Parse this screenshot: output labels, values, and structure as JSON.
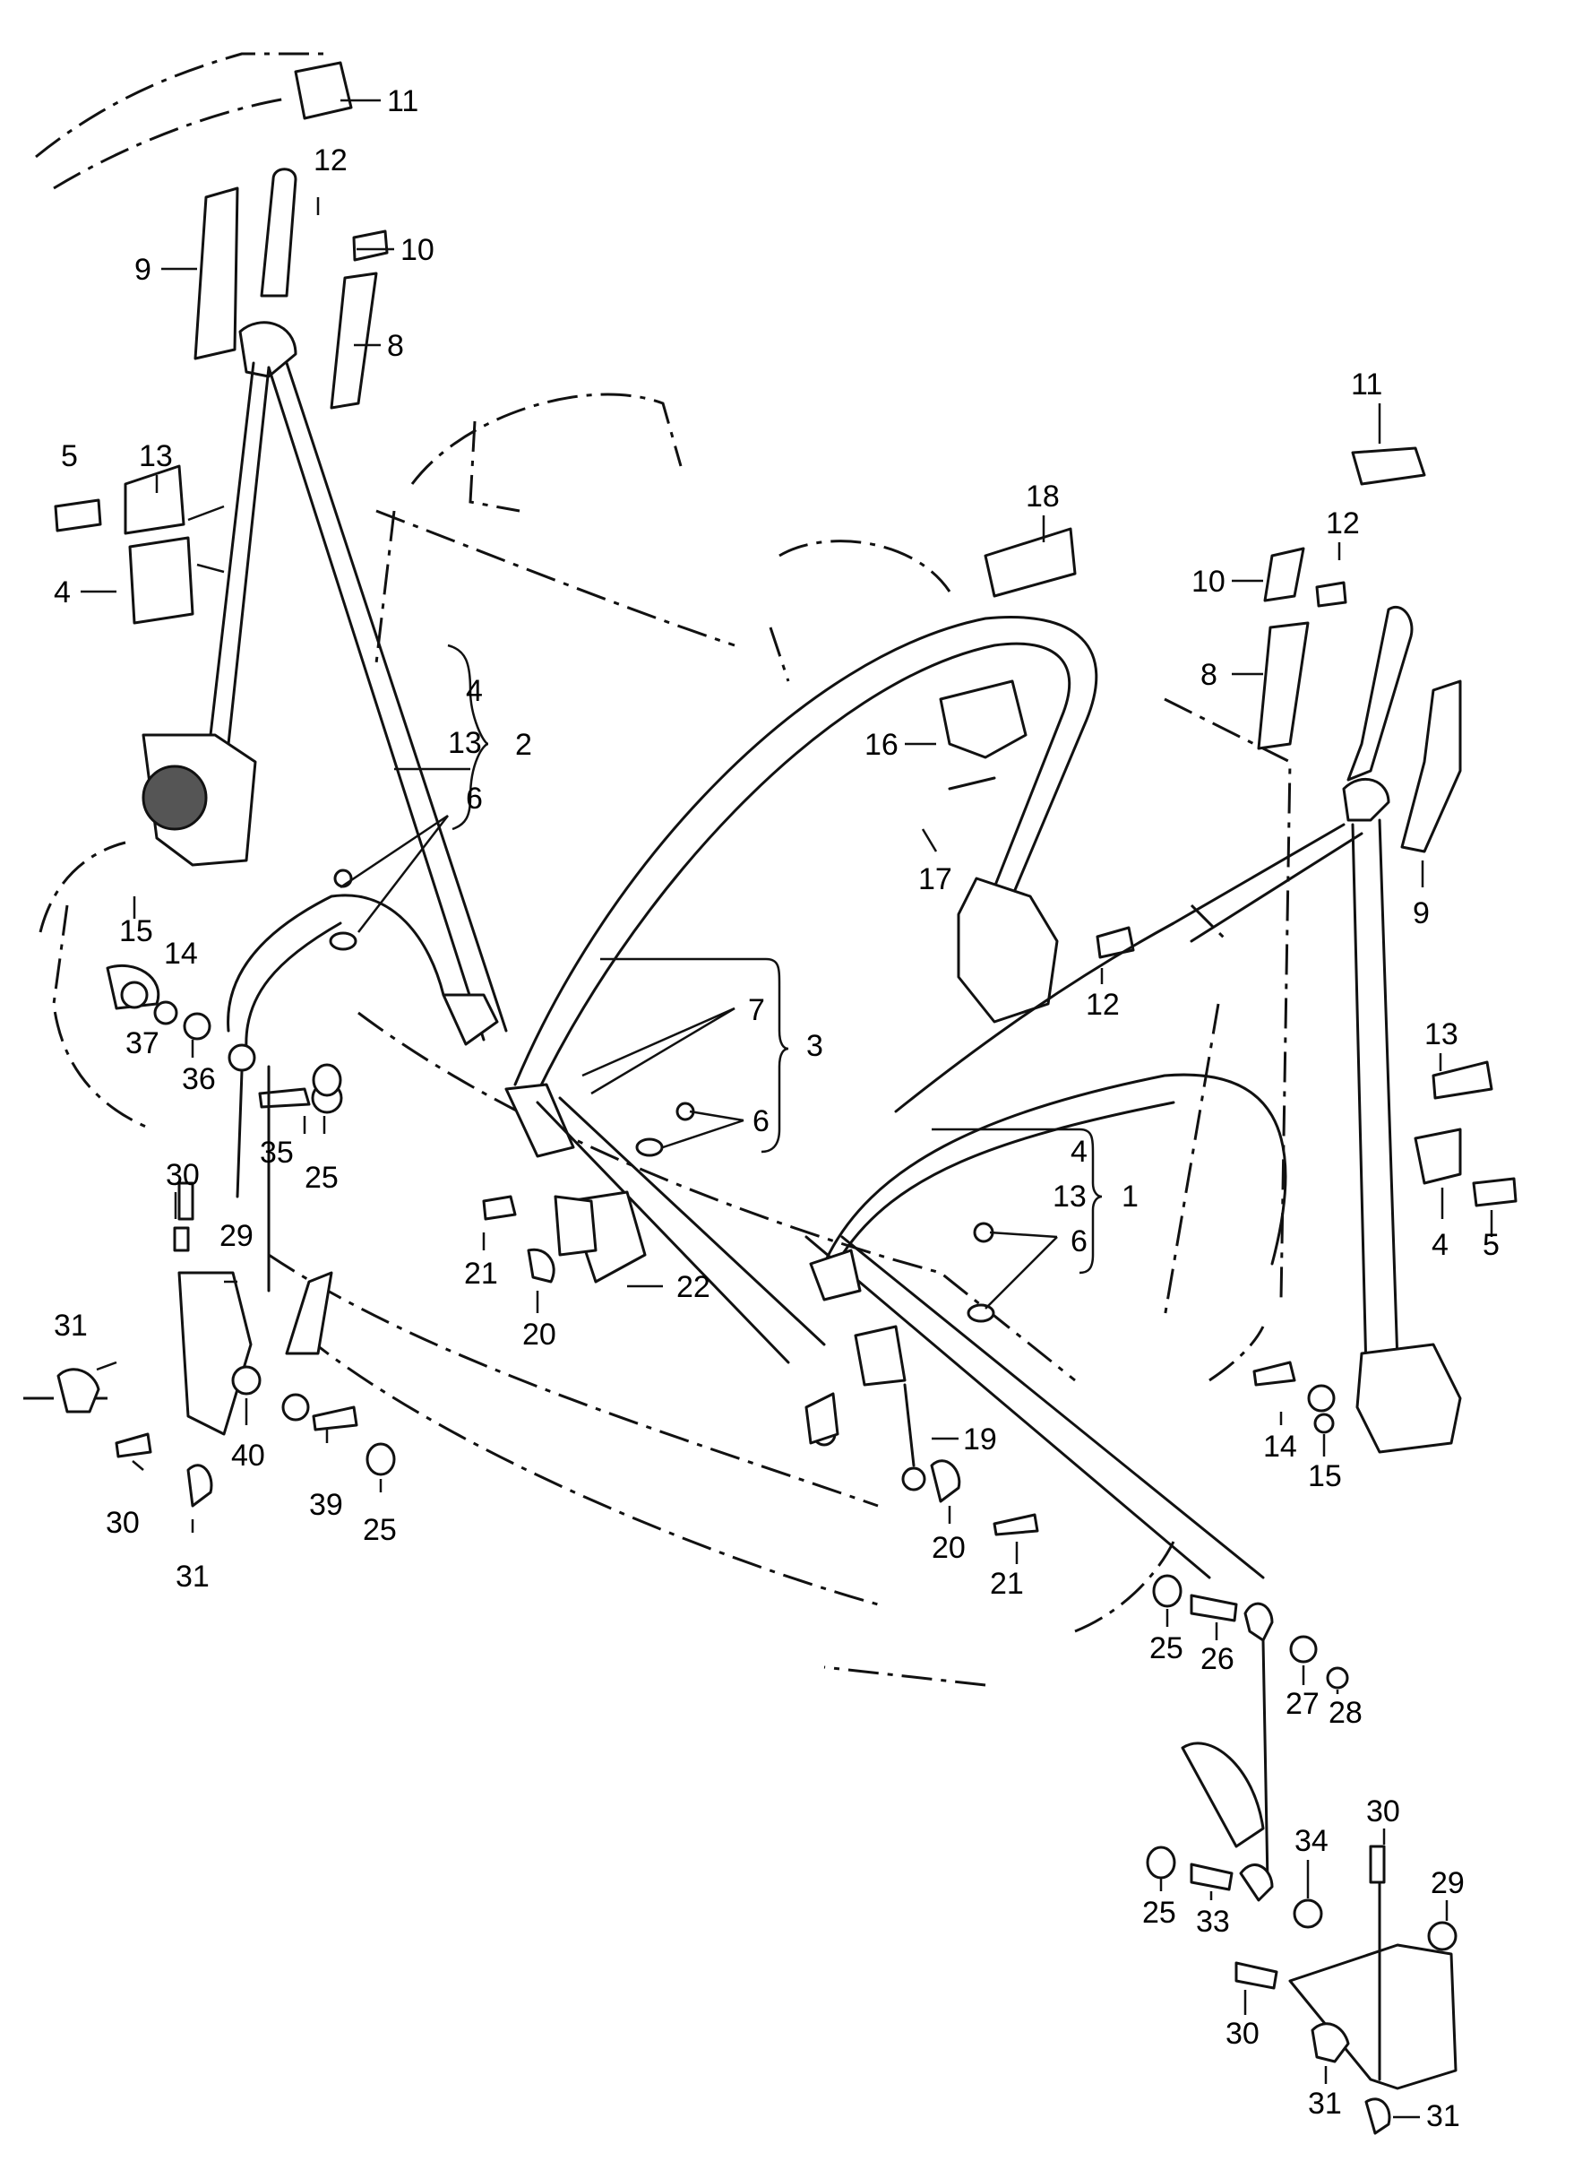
{
  "callouts": {
    "c11a": "11",
    "c12a": "12",
    "c10a": "10",
    "c9a": "9",
    "c8a": "8",
    "c13a": "13",
    "c5a": "5",
    "c4a": "4",
    "g2_4": "4",
    "g2_13": "13",
    "g2_6": "6",
    "g2": "2",
    "c15a": "15",
    "c14a": "14",
    "c37": "37",
    "c36": "36",
    "c35": "35",
    "c25a": "25",
    "c30a": "30",
    "c29a": "29",
    "c31a": "31",
    "c30b": "30",
    "c31b": "31",
    "c40": "40",
    "c39": "39",
    "c25b": "25",
    "c18": "18",
    "c16": "16",
    "c17": "17",
    "c12b": "12",
    "g3_7": "7",
    "g3_6": "6",
    "g3": "3",
    "c21a": "21",
    "c20a": "20",
    "c22": "22",
    "g1_4": "4",
    "g1_13": "13",
    "g1_6": "6",
    "g1": "1",
    "c19": "19",
    "c20b": "20",
    "c21b": "21",
    "c11b": "11",
    "c12c": "12",
    "c10b": "10",
    "c8b": "8",
    "c9b": "9",
    "c13b": "13",
    "c4b": "4",
    "c5b": "5",
    "c14b": "14",
    "c15b": "15",
    "c25c": "25",
    "c26": "26",
    "c27": "27",
    "c28": "28",
    "c25d": "25",
    "c33": "33",
    "c34": "34",
    "c30c": "30",
    "c29b": "29",
    "c30d": "30",
    "c31c": "31",
    "c31d": "31"
  }
}
